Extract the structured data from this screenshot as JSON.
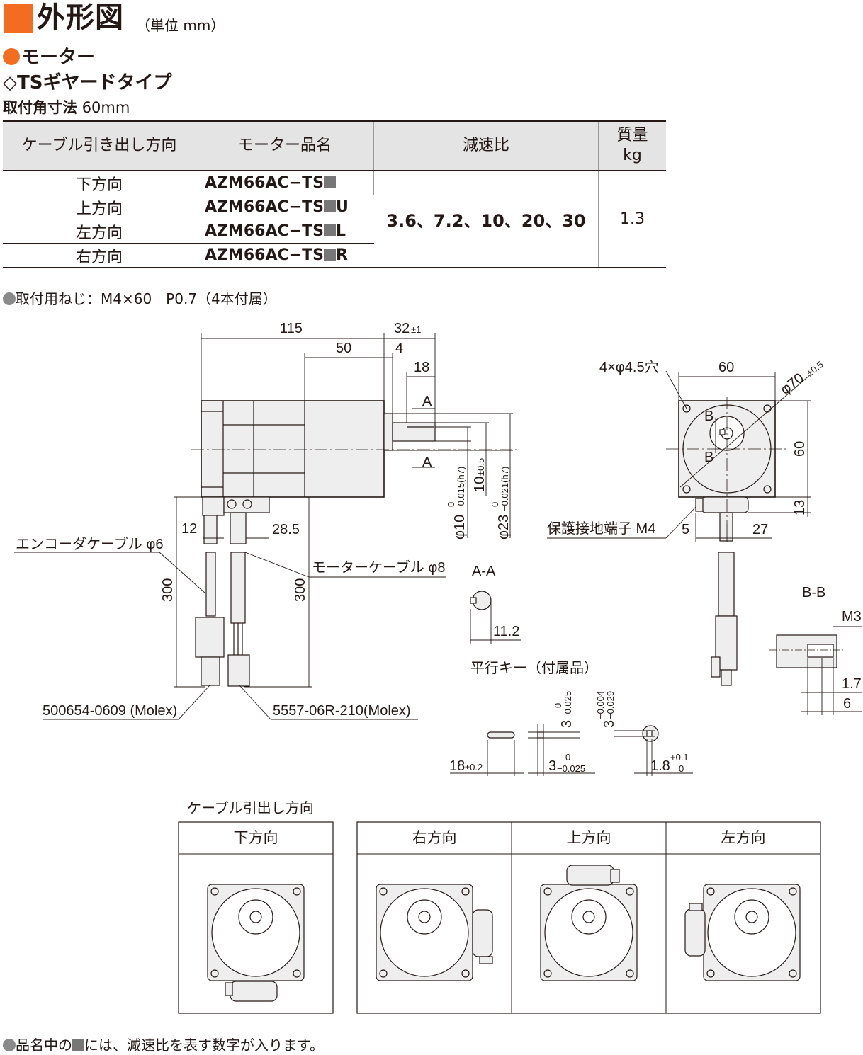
{
  "header": {
    "title": "外形図",
    "unit": "（単位 mm）",
    "section": "モーター",
    "type": "◇TSギヤードタイプ",
    "mount_label": "取付角寸法",
    "mount_value": "60mm"
  },
  "table": {
    "headers": [
      "ケーブル引き出し方向",
      "モーター品名",
      "減速比",
      "質量",
      "kg"
    ],
    "rows": [
      {
        "direction": "下方向",
        "model": "AZM66AC−TS",
        "suffix": ""
      },
      {
        "direction": "上方向",
        "model": "AZM66AC−TS",
        "suffix": "U"
      },
      {
        "direction": "左方向",
        "model": "AZM66AC−TS",
        "suffix": "L"
      },
      {
        "direction": "右方向",
        "model": "AZM66AC−TS",
        "suffix": "R"
      }
    ],
    "ratio": "3.6、7.2、10、20、30",
    "mass": "1.3"
  },
  "screw_note": "取付用ねじ：M4×60　P0.7（4本付属）",
  "drawing": {
    "dims": {
      "d115": "115",
      "d50": "50",
      "d32": "32",
      "d32tol": "±1",
      "d4": "4",
      "d18": "18",
      "A": "A",
      "B": "B",
      "d12": "12",
      "d28_5": "28.5",
      "d300a": "300",
      "d300b": "300",
      "shaft1": "φ10",
      "shaft1tol": "−0.015(h7)",
      "shaft1top": "0",
      "shaft2": "10",
      "shaft2tol": "±0.5",
      "shaft3": "φ23",
      "shaft3tol": "−0.021(h7)",
      "shaft3top": "0",
      "holes": "4×φ4.5穴",
      "d60top": "60",
      "d70": "φ70",
      "d70tol": "±0.5",
      "d60side": "60",
      "d13": "13",
      "d5": "5",
      "d27": "27",
      "AA": "A-A",
      "d11_2": "11.2",
      "BB": "B-B",
      "M3": "M3",
      "d1_7": "1.7",
      "d6": "6",
      "key_title": "平行キー（付属品）",
      "key18": "18",
      "key18tol": "±0.2",
      "key3a": "3",
      "key3atol": "−0.025",
      "key3atop": "0",
      "key3b": "3",
      "key3btol": "−0.025",
      "key3btop": "0",
      "key3c": "3",
      "key3ctol": "−0.029",
      "key3ctop": "−0.004",
      "key1_8": "1.8",
      "key1_8tol": "0",
      "key1_8top": "+0.1"
    },
    "labels": {
      "encoder_cable": "エンコーダケーブル φ6",
      "motor_cable": "モーターケーブル φ8",
      "ground": "保護接地端子 M4",
      "conn1": "500654-0609 (Molex)",
      "conn2": "5557-06R-210(Molex)"
    }
  },
  "directions": {
    "title": "ケーブル引出し方向",
    "items": [
      "下方向",
      "右方向",
      "上方向",
      "左方向"
    ]
  },
  "footnote_pre": "品名中の",
  "footnote_post": "には、減速比を表す数字が入ります。"
}
